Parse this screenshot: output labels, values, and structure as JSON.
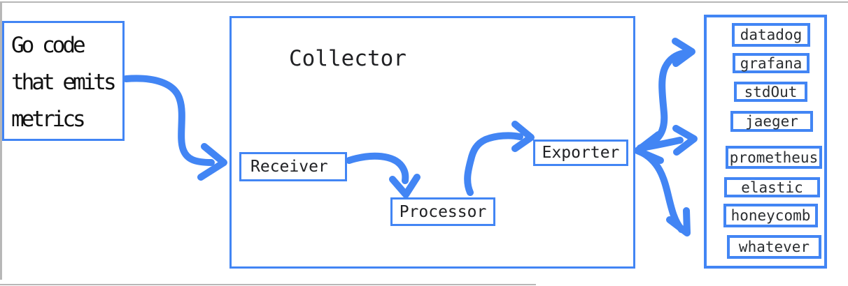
{
  "colors": {
    "accent_blue": "#4285f4",
    "ink_black": "#111111",
    "label_dark": "#202124",
    "frame_gray": "#b7b7b7"
  },
  "source": {
    "lines": [
      "Go code",
      "that emits",
      "metrics"
    ]
  },
  "collector": {
    "title": "Collector",
    "stages": [
      {
        "label": "Receiver"
      },
      {
        "label": "Processor"
      },
      {
        "label": "Exporter"
      }
    ]
  },
  "destinations": {
    "items": [
      {
        "label": "datadog"
      },
      {
        "label": "grafana"
      },
      {
        "label": "stdOut"
      },
      {
        "label": "jaeger"
      },
      {
        "label": "prometheus"
      },
      {
        "label": "elastic"
      },
      {
        "label": "honeycomb"
      },
      {
        "label": "whatever"
      }
    ]
  }
}
